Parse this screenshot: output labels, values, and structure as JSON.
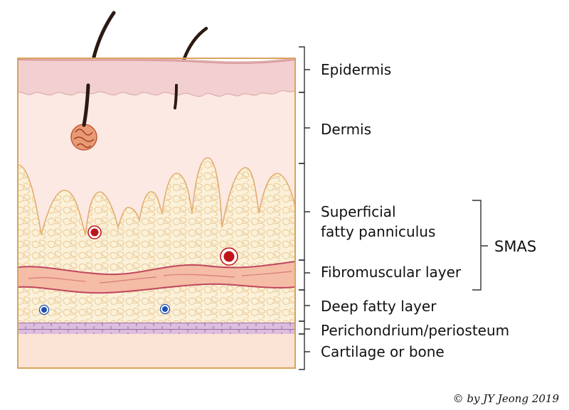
{
  "labels": {
    "epidermis": "Epidermis",
    "dermis": "Dermis",
    "superficial_line1": "Superficial",
    "superficial_line2": "fatty panniculus",
    "fibromuscular": "Fibromuscular layer",
    "deep_fatty": "Deep fatty layer",
    "perichondrium": "Perichondrium/periosteum",
    "cartilage": "Cartilage or bone",
    "smas": "SMAS"
  },
  "copyright": "© by JY Jeong 2019",
  "colors": {
    "epidermis": "#f2cfd0",
    "dermis": "#fce9e3",
    "fat": "#fbf1d9",
    "fat_lobule_edge": "#e7b679",
    "fibromuscular": "#f5bca6",
    "fibromuscular_edge": "#c0475f",
    "perichondrium": "#d9b8d9",
    "cartilage": "#fbe3d6",
    "artery": "#c0141c",
    "vein": "#1f4fb0",
    "gland": "#e07a54",
    "hair": "#2a1a12",
    "border": "#d9a35a"
  }
}
